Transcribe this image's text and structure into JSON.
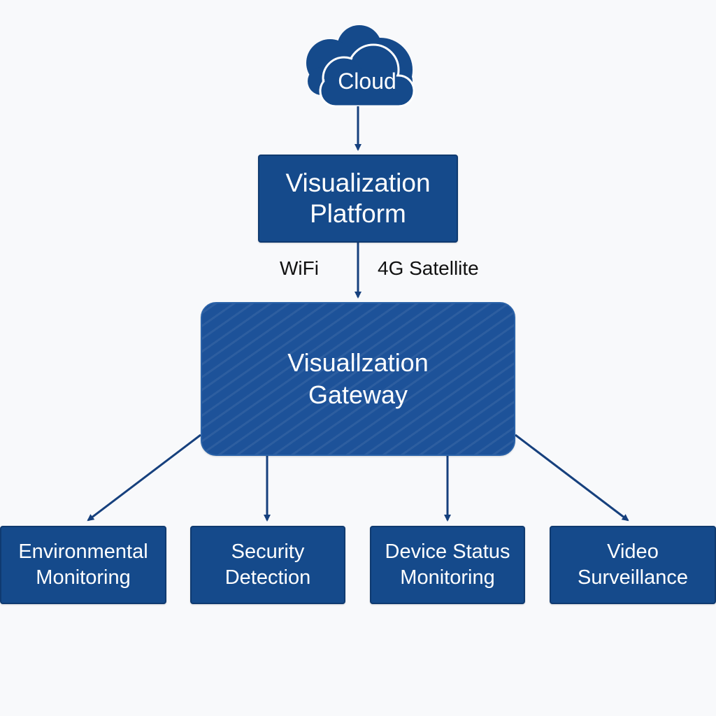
{
  "colors": {
    "primary_blue": "#154a8b",
    "gateway_blue": "#1d5299",
    "arrow_blue": "#16407d",
    "background": "#f8f9fb",
    "text_light": "#ffffff",
    "text_dark": "#111111"
  },
  "cloud": {
    "icon": "cloud-icon",
    "label": "Cloud"
  },
  "platform": {
    "line1": "Visualization",
    "line2": "Platform"
  },
  "connection_labels": {
    "left": "WiFi",
    "right": "4G Satellite"
  },
  "gateway": {
    "line1": "Visuallzation",
    "line2": "Gateway"
  },
  "modules": [
    {
      "line1": "Environmental",
      "line2": "Monitoring"
    },
    {
      "line1": "Security",
      "line2": "Detection"
    },
    {
      "line1": "Device Status",
      "line2": "Monitoring"
    },
    {
      "line1": "Video",
      "line2": "Surveillance"
    }
  ]
}
